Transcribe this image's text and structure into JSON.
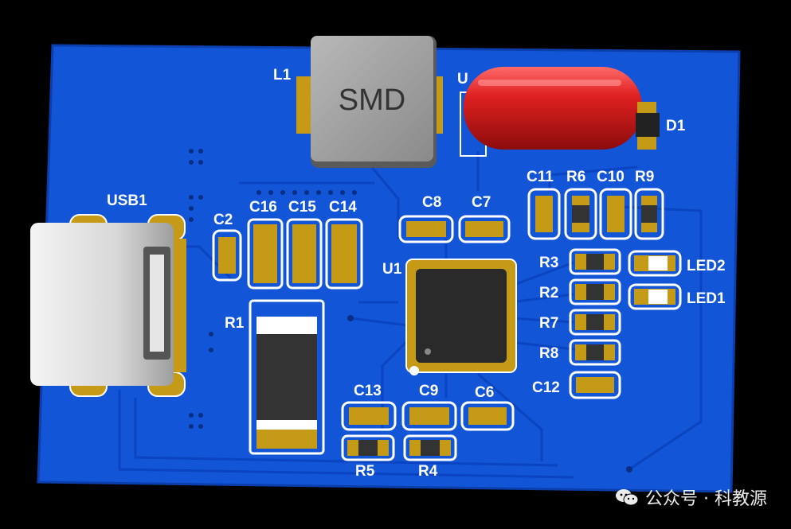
{
  "board": {
    "colors": {
      "background": "#000000",
      "pcb": "#1255d6",
      "pcb_dark": "#0a3fb0",
      "trace": "#1a63ea",
      "pad": "#c49a17",
      "silk": "#ffffff"
    }
  },
  "labels": {
    "l1": "L1",
    "u_partial": "U",
    "d1": "D1",
    "usb1": "USB1",
    "c2": "C2",
    "c16": "C16",
    "c15": "C15",
    "c14": "C14",
    "c8": "C8",
    "c7": "C7",
    "c11": "C11",
    "r6": "R6",
    "c10": "C10",
    "r9": "R9",
    "u1": "U1",
    "r1": "R1",
    "r3": "R3",
    "r2": "R2",
    "r7": "R7",
    "r8": "R8",
    "c12": "C12",
    "led2": "LED2",
    "led1": "LED1",
    "c13": "C13",
    "c9": "C9",
    "c6": "C6",
    "r5": "R5",
    "r4": "R4"
  },
  "components": {
    "inductor_marking": "SMD"
  },
  "watermark": {
    "icon": "wechat-icon",
    "text": "公众号 · 科教源"
  }
}
